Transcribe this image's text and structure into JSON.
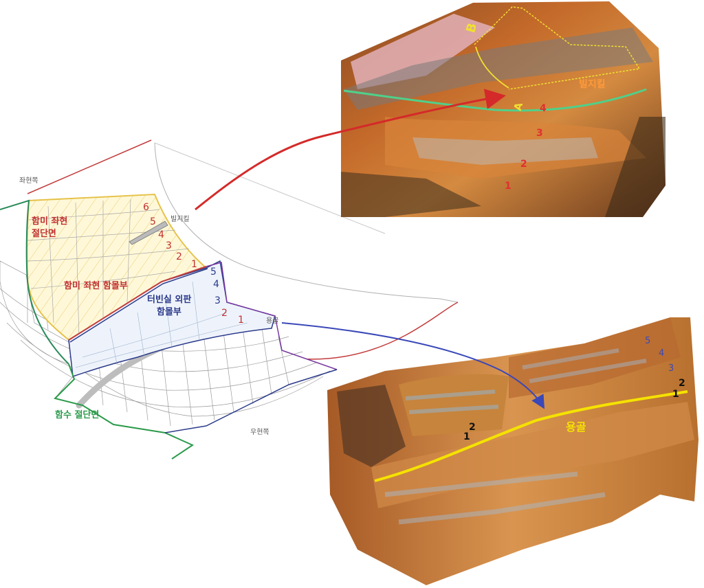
{
  "diagram": {
    "labels": {
      "port_side": "좌현쪽",
      "starboard_side": "우현쪽",
      "stern_port_section": [
        "함미 좌현",
        "절단면"
      ],
      "stern_port_dent": "함미 좌현 함몰부",
      "turbine_hull_dent": [
        "터빈실 외판",
        "함몰부"
      ],
      "bow_section": "함수 절단면",
      "bilge_keel": "빌지킬",
      "keel": "용골"
    },
    "upper_numbers": [
      "6",
      "5",
      "4",
      "3",
      "2",
      "1"
    ],
    "lower_numbers": [
      "5",
      "4",
      "3",
      "2",
      "1"
    ]
  },
  "photo_top": {
    "markers": [
      "A",
      "B"
    ],
    "bilge_keel_label": "빌지킬",
    "numbers": [
      "4",
      "3",
      "2",
      "1"
    ]
  },
  "photo_bottom": {
    "keel_label": "용골",
    "blue_numbers": [
      "5",
      "4",
      "3"
    ],
    "right_numbers": [
      "1",
      "2"
    ],
    "left_numbers": [
      "1",
      "2"
    ]
  },
  "colors": {
    "red": "#d42a2a",
    "navy": "#2b3a8a",
    "green": "#2a9a4a",
    "yellow": "#f5e200",
    "dent_outline": "#e6c24a",
    "rust": "#c46a2a",
    "grid": "#9a9a9a"
  }
}
